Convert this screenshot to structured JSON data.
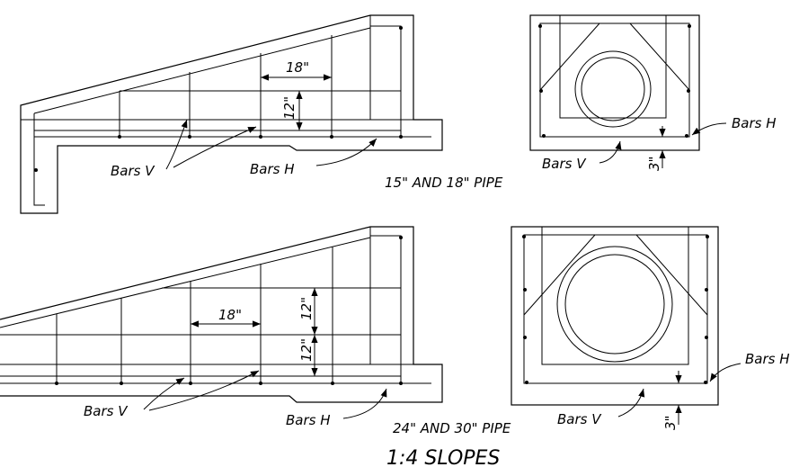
{
  "title": "1:4 SLOPES",
  "top_detail": {
    "caption": "15\" AND 18\" PIPE",
    "spacing_horizontal": "18\"",
    "spacing_vertical": "12\"",
    "bars_v_label": "Bars V",
    "bars_h_label": "Bars H",
    "cover": "3\"",
    "end_bars_v_label": "Bars V",
    "end_bars_h_label": "Bars H"
  },
  "bottom_detail": {
    "caption": "24\" AND 30\" PIPE",
    "spacing_horizontal": "18\"",
    "spacing_vertical_upper": "12\"",
    "spacing_vertical_lower": "12\"",
    "bars_v_label": "Bars V",
    "bars_h_label": "Bars H",
    "cover": "3\"",
    "end_bars_v_label": "Bars V",
    "end_bars_h_label": "Bars H"
  },
  "colors": {
    "line": "#000000",
    "background": "#ffffff"
  }
}
